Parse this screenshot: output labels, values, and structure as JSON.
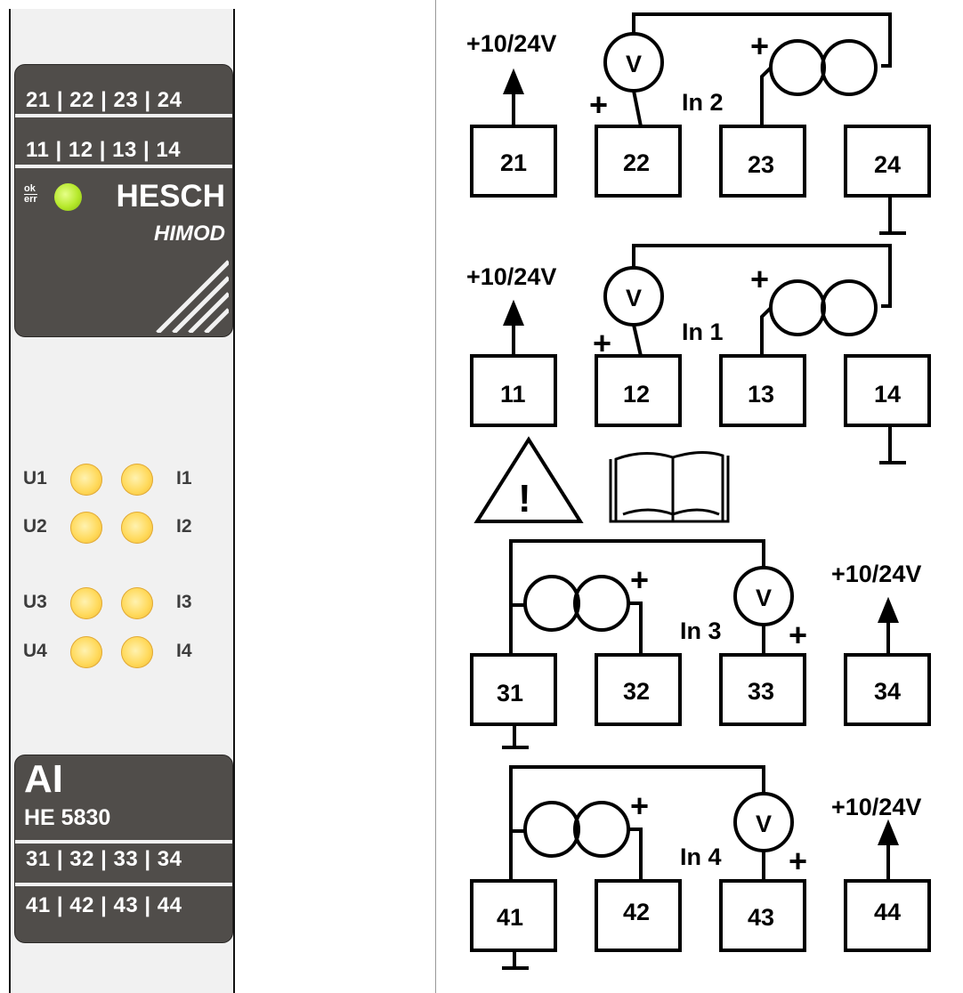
{
  "module": {
    "top_row_1": "21 | 22 | 23 | 24",
    "top_row_2": "11 | 12 | 13 | 14",
    "status_ok": "ok",
    "status_err": "err",
    "brand": "HESCH",
    "product": "HIMOD",
    "leds": [
      {
        "left": "U1",
        "right": "I1"
      },
      {
        "left": "U2",
        "right": "I2"
      },
      {
        "left": "U3",
        "right": "I3"
      },
      {
        "left": "U4",
        "right": "I4"
      }
    ],
    "model_code": "AI",
    "model_number": "HE 5830",
    "bottom_row_1": "31 | 32 | 33 | 34",
    "bottom_row_2": "41 | 42 | 43 | 44"
  },
  "diagram": {
    "supply_label": "+10/24V",
    "voltmeter_symbol": "V",
    "plus": "+",
    "ground_symbol": "⊥",
    "warning_mark": "!",
    "groups": [
      {
        "input_label": "In 2",
        "terminals": [
          "21",
          "22",
          "23",
          "24"
        ]
      },
      {
        "input_label": "In 1",
        "terminals": [
          "11",
          "12",
          "13",
          "14"
        ]
      },
      {
        "input_label": "In 3",
        "terminals": [
          "31",
          "32",
          "33",
          "34"
        ]
      },
      {
        "input_label": "In 4",
        "terminals": [
          "41",
          "42",
          "43",
          "44"
        ]
      }
    ],
    "icons": {
      "warning": "warning-triangle-icon",
      "manual": "open-book-icon"
    }
  }
}
